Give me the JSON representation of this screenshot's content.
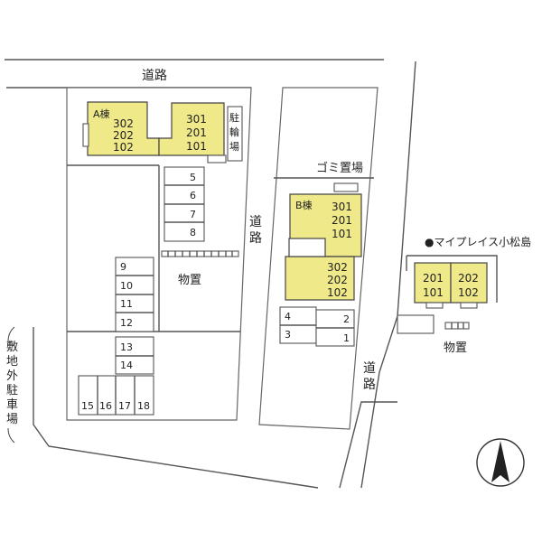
{
  "roads": {
    "top": "道路",
    "middle": [
      "道",
      "路"
    ],
    "right": [
      "道",
      "路"
    ]
  },
  "off_site_parking": [
    "敷",
    "地",
    "外",
    "駐",
    "車",
    "場"
  ],
  "building_a": {
    "name": "A棟",
    "left_units": [
      "302",
      "202",
      "102"
    ],
    "right_units": [
      "301",
      "201",
      "101"
    ],
    "bicycle_parking": [
      "駐",
      "輪",
      "場"
    ]
  },
  "building_b": {
    "name": "B棟",
    "upper_units": [
      "301",
      "201",
      "101"
    ],
    "lower_units": [
      "302",
      "202",
      "102"
    ]
  },
  "garbage_area": "ゴミ置場",
  "storage_left": "物置",
  "storage_right": "物置",
  "parking_left": {
    "col1": [
      "5",
      "6",
      "7",
      "8"
    ],
    "col2": [
      "9",
      "10",
      "11",
      "12"
    ],
    "col3": [
      "13",
      "14"
    ],
    "row": [
      "15",
      "16",
      "17",
      "18"
    ]
  },
  "parking_right": [
    "4",
    "3",
    "2",
    "1"
  ],
  "neighbor": {
    "name": "●マイプレイス小松島",
    "units": [
      "201",
      "202",
      "101",
      "102"
    ]
  },
  "compass": "north-arrow-icon",
  "colors": {
    "building": "#efe98a",
    "line": "#555555"
  }
}
